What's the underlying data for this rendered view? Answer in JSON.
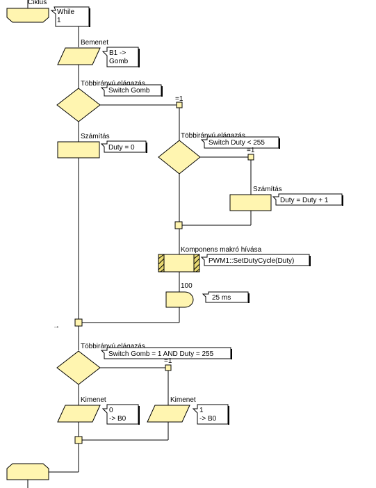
{
  "loop": {
    "label": "Ciklus",
    "note": [
      "While",
      "1"
    ]
  },
  "input_block": {
    "label": "Bemenet",
    "note": [
      "B1 ->",
      "Gomb"
    ]
  },
  "switch1": {
    "label": "Többirányú elágazás",
    "note": "Switch Gomb",
    "branch": "=1"
  },
  "calc1": {
    "label": "Számítás",
    "note": "Duty = 0"
  },
  "switch2": {
    "label": "Többirányú elágazás",
    "note": "Switch Duty < 255",
    "branch": "=1"
  },
  "calc2": {
    "label": "Számítás",
    "note": "Duty = Duty + 1"
  },
  "macro": {
    "label": "Komponens makró hívása",
    "note": "PWM1::SetDutyCycle(Duty)"
  },
  "delay": {
    "label": "100",
    "note": "25 ms"
  },
  "arrow_mark": "→",
  "switch3": {
    "label": "Többirányú elágazás",
    "note": "Switch Gomb = 1 AND Duty = 255",
    "branch": "=1"
  },
  "output1": {
    "label": "Kimenet",
    "note": [
      "0",
      "-> B0"
    ]
  },
  "output2": {
    "label": "Kimenet",
    "note": [
      "1",
      "-> B0"
    ]
  }
}
